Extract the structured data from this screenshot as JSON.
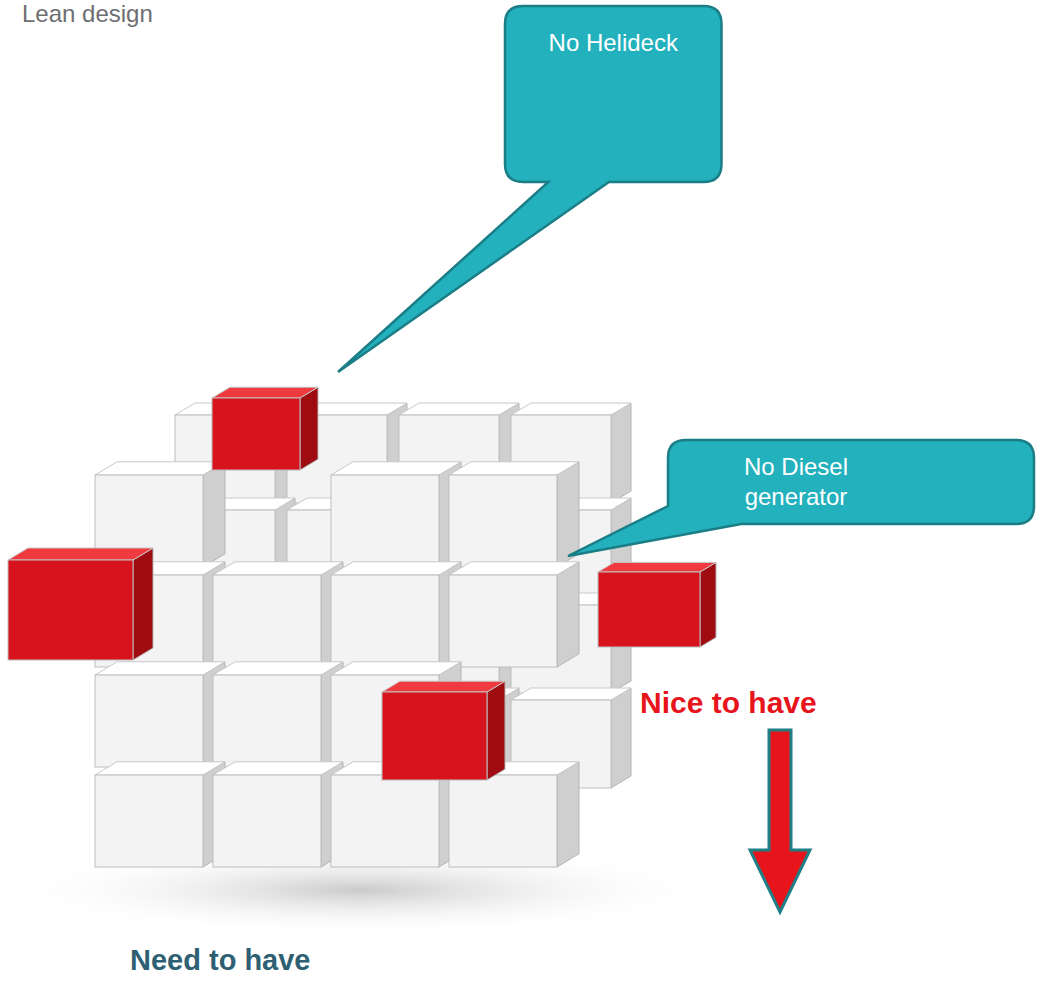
{
  "diagram": {
    "title": "Lean design",
    "nodes": [
      {
        "text": [
          "No Helideck"
        ]
      },
      {
        "text": [
          "No Diesel generator"
        ]
      }
    ],
    "labels": [
      "Nice to have",
      "Need to have"
    ]
  }
}
